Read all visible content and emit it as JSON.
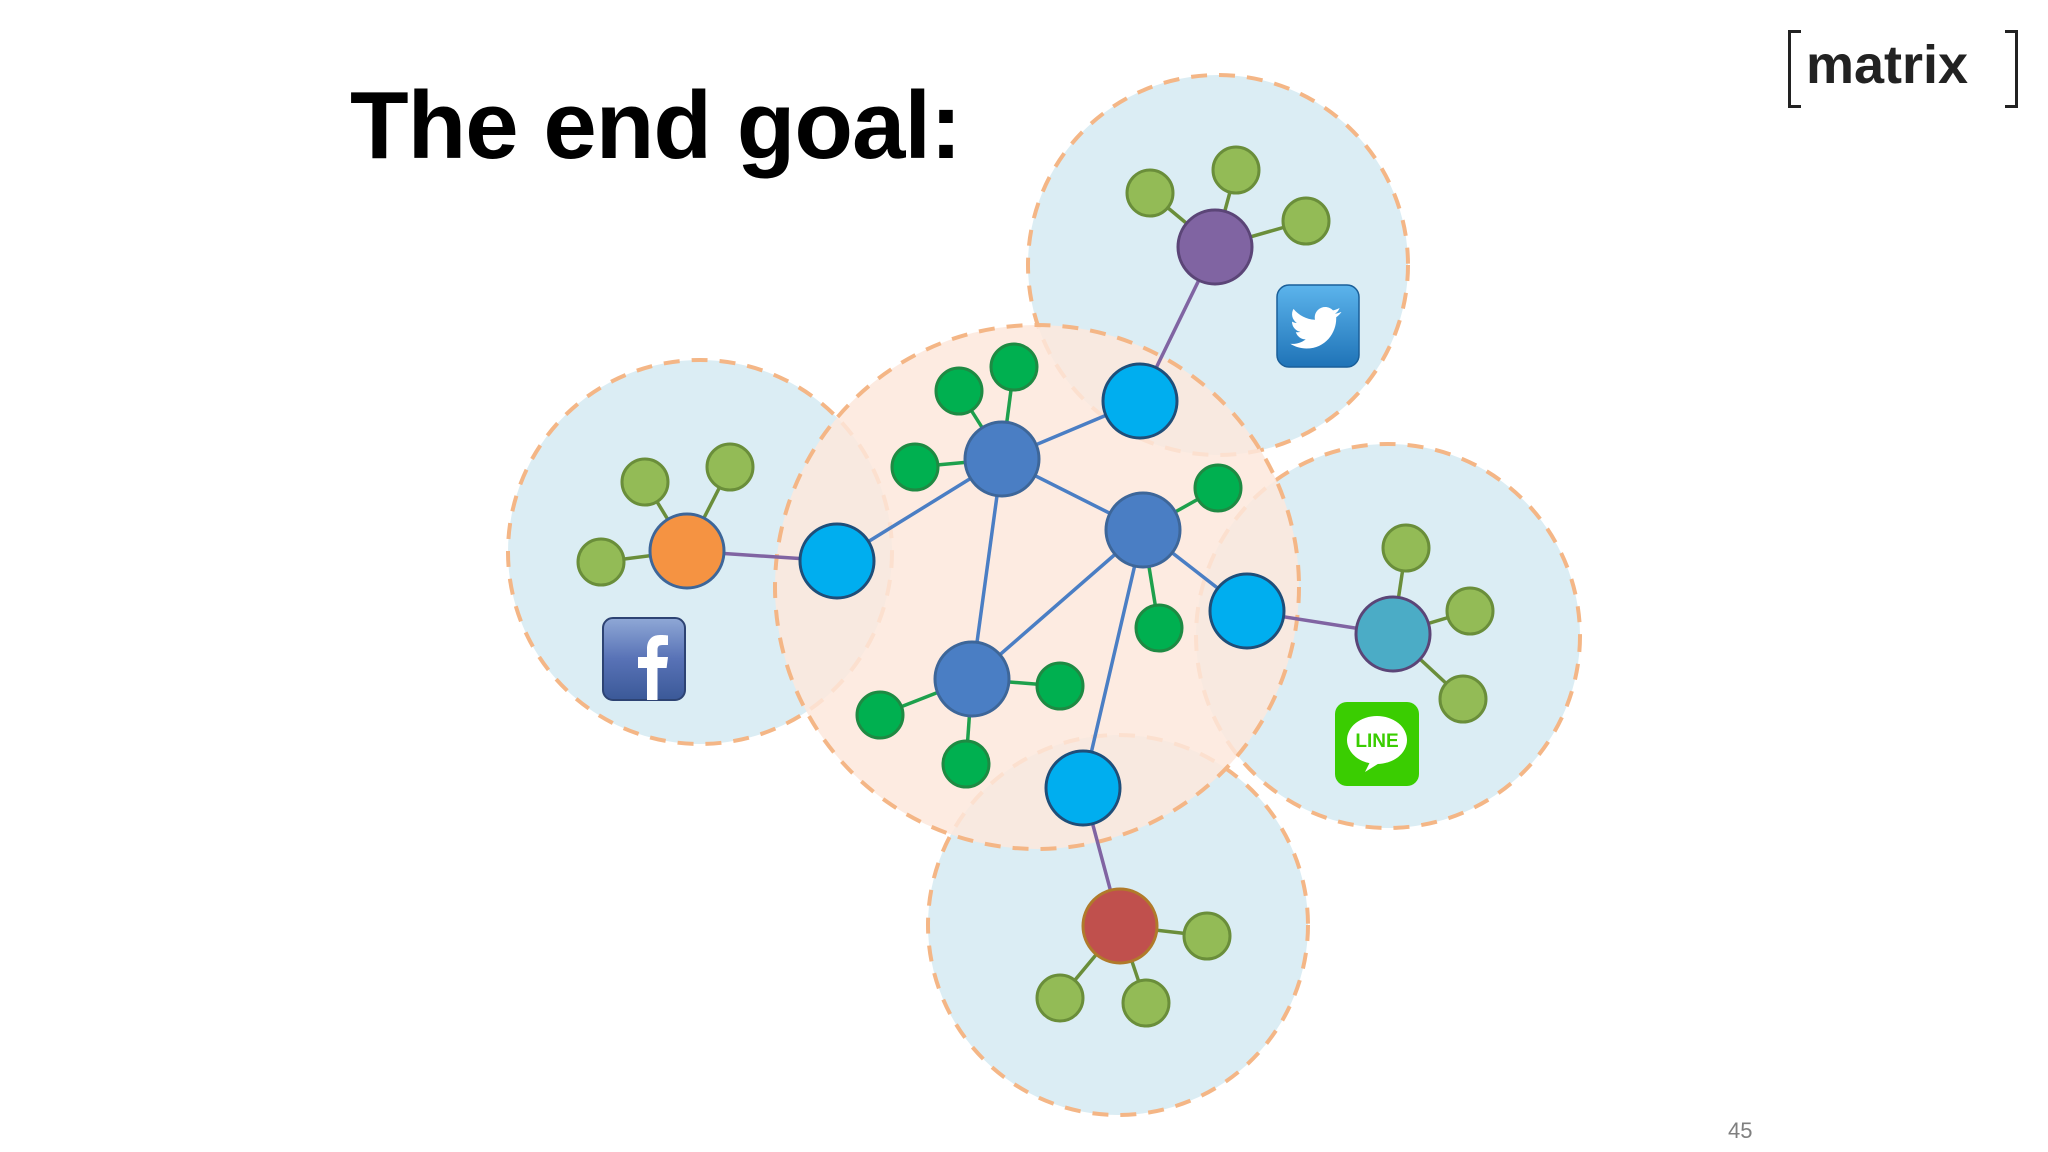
{
  "slide": {
    "title": "The end goal:",
    "page_number": "45"
  },
  "logo": {
    "text": "matrix"
  },
  "diagram": {
    "icons": [
      {
        "name": "twitter-icon",
        "service": "twitter",
        "color": "#2b8ed5"
      },
      {
        "name": "facebook-icon",
        "service": "facebook",
        "color": "#3b5998"
      },
      {
        "name": "line-icon",
        "service": "line",
        "color": "#3acd01"
      }
    ],
    "colors": {
      "outer_cluster_fill": "#dbedf4",
      "center_cluster_fill": "#fde8dc",
      "cluster_border": "#f4b686",
      "core_server": "#4a7ec4",
      "core_server_stroke": "#3d6699",
      "bridge_server": "#00aeef",
      "core_client": "#00b050",
      "core_client_stroke": "#1e8a43",
      "bridged_client": "#93bb56",
      "bridged_client_stroke": "#6a8e3a",
      "twitter_hub": "#8064a2",
      "facebook_hub": "#f59342",
      "line_hub": "#4bacc6",
      "bottom_hub": "#c0504d",
      "core_edge": "#4a7ec4",
      "bridge_edge": "#8064a2",
      "client_edge": "#1ea04c",
      "bridged_edge": "#6a8e3a"
    }
  }
}
